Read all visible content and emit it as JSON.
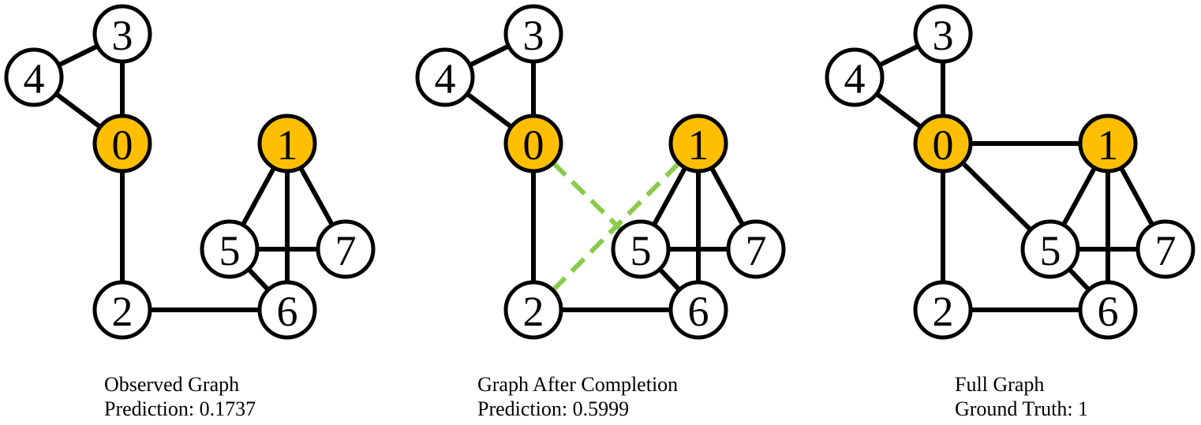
{
  "colors": {
    "highlight_node": "#FFBF00",
    "normal_node": "#FFFFFF",
    "edge": "#000000",
    "added_edge": "#8BCB4B"
  },
  "panels": [
    {
      "title": "Observed Graph",
      "metric": "Prediction: 0.1737",
      "nodes": [
        {
          "id": "0",
          "highlight": true
        },
        {
          "id": "1",
          "highlight": true
        },
        {
          "id": "2",
          "highlight": false
        },
        {
          "id": "3",
          "highlight": false
        },
        {
          "id": "4",
          "highlight": false
        },
        {
          "id": "5",
          "highlight": false
        },
        {
          "id": "6",
          "highlight": false
        },
        {
          "id": "7",
          "highlight": false
        }
      ],
      "edges": [
        [
          "4",
          "3"
        ],
        [
          "4",
          "0"
        ],
        [
          "3",
          "0"
        ],
        [
          "0",
          "2"
        ],
        [
          "2",
          "6"
        ],
        [
          "1",
          "5"
        ],
        [
          "1",
          "6"
        ],
        [
          "1",
          "7"
        ],
        [
          "5",
          "7"
        ],
        [
          "5",
          "6"
        ]
      ],
      "added_edges": []
    },
    {
      "title": "Graph After Completion",
      "metric": "Prediction: 0.5999",
      "nodes": [
        {
          "id": "0",
          "highlight": true
        },
        {
          "id": "1",
          "highlight": true
        },
        {
          "id": "2",
          "highlight": false
        },
        {
          "id": "3",
          "highlight": false
        },
        {
          "id": "4",
          "highlight": false
        },
        {
          "id": "5",
          "highlight": false
        },
        {
          "id": "6",
          "highlight": false
        },
        {
          "id": "7",
          "highlight": false
        }
      ],
      "edges": [
        [
          "4",
          "3"
        ],
        [
          "4",
          "0"
        ],
        [
          "3",
          "0"
        ],
        [
          "0",
          "2"
        ],
        [
          "2",
          "6"
        ],
        [
          "1",
          "5"
        ],
        [
          "1",
          "6"
        ],
        [
          "1",
          "7"
        ],
        [
          "5",
          "7"
        ],
        [
          "5",
          "6"
        ]
      ],
      "added_edges": [
        [
          "0",
          "5"
        ],
        [
          "2",
          "1"
        ]
      ]
    },
    {
      "title": "Full Graph",
      "metric": "Ground Truth: 1",
      "nodes": [
        {
          "id": "0",
          "highlight": true
        },
        {
          "id": "1",
          "highlight": true
        },
        {
          "id": "2",
          "highlight": false
        },
        {
          "id": "3",
          "highlight": false
        },
        {
          "id": "4",
          "highlight": false
        },
        {
          "id": "5",
          "highlight": false
        },
        {
          "id": "6",
          "highlight": false
        },
        {
          "id": "7",
          "highlight": false
        }
      ],
      "edges": [
        [
          "4",
          "3"
        ],
        [
          "4",
          "0"
        ],
        [
          "3",
          "0"
        ],
        [
          "0",
          "2"
        ],
        [
          "2",
          "6"
        ],
        [
          "1",
          "5"
        ],
        [
          "1",
          "6"
        ],
        [
          "1",
          "7"
        ],
        [
          "5",
          "7"
        ],
        [
          "5",
          "6"
        ],
        [
          "0",
          "1"
        ],
        [
          "0",
          "5"
        ]
      ],
      "added_edges": []
    }
  ]
}
